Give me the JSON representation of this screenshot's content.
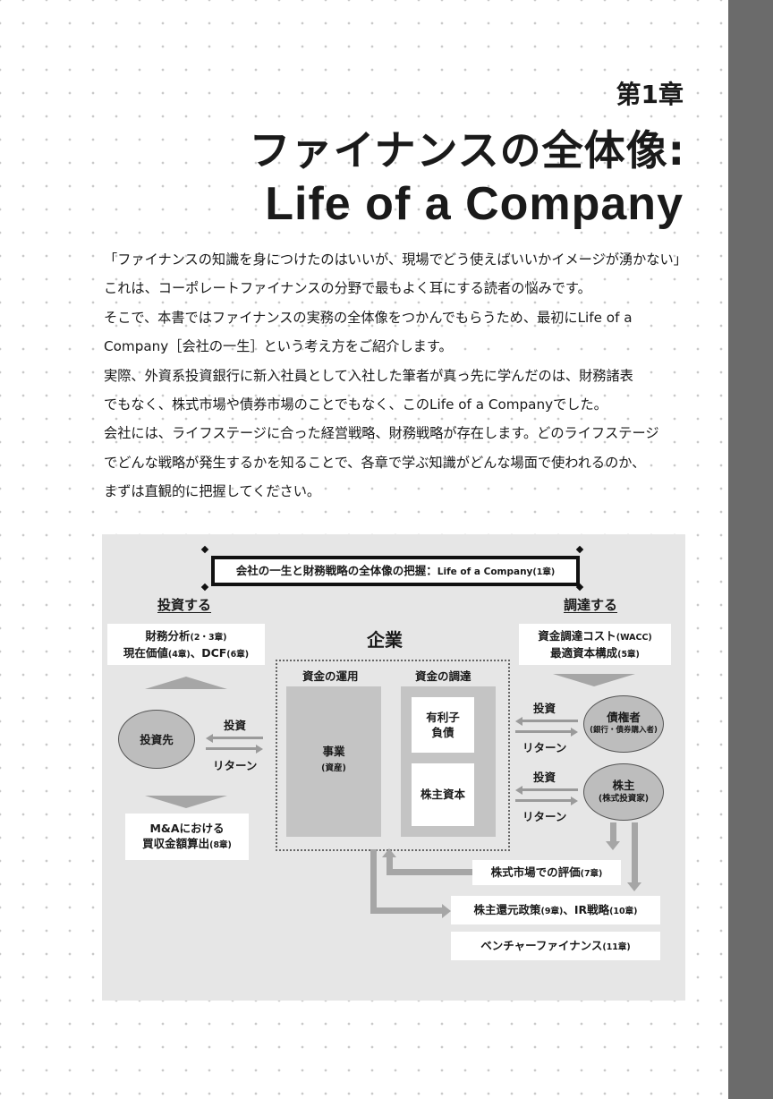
{
  "chapter": "第1章",
  "title_line1": "ファイナンスの全体像:",
  "title_line2": "Life of a Company",
  "intro": [
    "「ファイナンスの知識を身につけたのはいいが、現場でどう使えばいいかイメージが湧かない」",
    "これは、コーポレートファイナンスの分野で最もよく耳にする読者の悩みです。",
    "そこで、本書ではファイナンスの実務の全体像をつかんでもらうため、最初にLife of a",
    "Company［会社の一生］という考え方をご紹介します。",
    "実際、外資系投資銀行に新入社員として入社した筆者が真っ先に学んだのは、財務諸表",
    "でもなく、株式市場や債券市場のことでもなく、このLife of a Companyでした。",
    "会社には、ライフステージに合った経営戦略、財務戦略が存在します。どのライフステージ",
    "でどんな戦略が発生するかを知ることで、各章で学ぶ知識がどんな場面で使われるのか、",
    "まずは直観的に把握してください。"
  ],
  "diagram": {
    "title": "会社の一生と財務戦略の全体像の把握：",
    "title_en": "Life of a Company",
    "title_ch": "(1章)",
    "invest_label": "投資する",
    "fund_label": "調達する",
    "left_top": {
      "line1": "財務分析",
      "line1_ch": "(2・3章)",
      "line2": "現在価値",
      "line2_ch": "(4章)",
      "line2b": "、DCF",
      "line2b_ch": "(6章)"
    },
    "right_top": {
      "line1": "資金調達コスト",
      "line1_ch": "(WACC)",
      "line2": "最適資本構成",
      "line2_ch": "(5章)"
    },
    "company_title": "企業",
    "uses_label": "資金の運用",
    "sources_label": "資金の調達",
    "business": "事業",
    "business_sub": "(資産)",
    "debt_line1": "有利子",
    "debt_line2": "負債",
    "equity": "株主資本",
    "investee": "投資先",
    "invest_arrow": "投資",
    "return_arrow": "リターン",
    "creditor": "債権者",
    "creditor_sub": "(銀行・債券購入者)",
    "shareholder": "株主",
    "shareholder_sub": "(株式投資家)",
    "ma_line1": "M&Aにおける",
    "ma_line2": "買収金額算出",
    "ma_ch": "(8章)",
    "market_eval": "株式市場での評価",
    "market_eval_ch": "(7章)",
    "shareholder_return": "株主還元政策",
    "shareholder_return_ch1": "(9章)",
    "shareholder_return_mid": "、IR戦略",
    "shareholder_return_ch2": "(10章)",
    "venture": "ベンチャーファイナンス",
    "venture_ch": "(11章)"
  }
}
